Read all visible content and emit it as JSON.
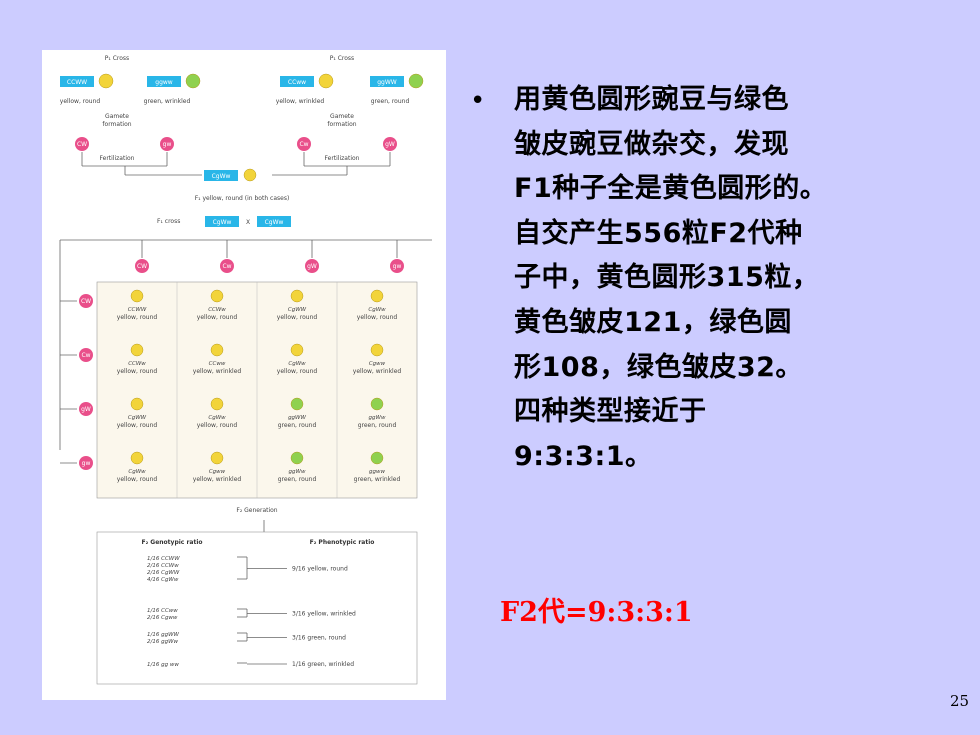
{
  "figure": {
    "p_cross_left": "P₁ Cross",
    "p_cross_right": "P₁ Cross",
    "parents": [
      {
        "geno": "CCWW",
        "label": "yellow, round"
      },
      {
        "geno": "ggww",
        "label": "green, wrinkled"
      },
      {
        "geno": "CCww",
        "label": "yellow, wrinkled"
      },
      {
        "geno": "ggWW",
        "label": "green, round"
      }
    ],
    "gamete_formation": "Gamete formation",
    "gametes": [
      "CW",
      "gw",
      "Cw",
      "gW"
    ],
    "fertilization": "Fertilization",
    "f1_geno": "CgWw",
    "f1_label": "F₁ yellow, round (in both cases)",
    "f1_cross_label": "F₁ cross",
    "f1_cross_geno1": "CgWw",
    "f1_cross_x": "X",
    "f1_cross_geno2": "CgWw",
    "top_gametes": [
      "CW",
      "Cw",
      "gW",
      "gw"
    ],
    "side_gametes": [
      "CW",
      "Cw",
      "gW",
      "gw"
    ],
    "punnett": [
      [
        {
          "g": "CCWW",
          "p": "yellow, round"
        },
        {
          "g": "CCWw",
          "p": "yellow, round"
        },
        {
          "g": "CgWW",
          "p": "yellow, round"
        },
        {
          "g": "CgWw",
          "p": "yellow, round"
        }
      ],
      [
        {
          "g": "CCWw",
          "p": "yellow, round"
        },
        {
          "g": "CCww",
          "p": "yellow, wrinkled"
        },
        {
          "g": "CgWw",
          "p": "yellow, round"
        },
        {
          "g": "Cgww",
          "p": "yellow, wrinkled"
        }
      ],
      [
        {
          "g": "CgWW",
          "p": "yellow, round"
        },
        {
          "g": "CgWw",
          "p": "yellow, round"
        },
        {
          "g": "ggWW",
          "p": "green, round"
        },
        {
          "g": "ggWw",
          "p": "green, round"
        }
      ],
      [
        {
          "g": "CgWw",
          "p": "yellow, round"
        },
        {
          "g": "Cgww",
          "p": "yellow, wrinkled"
        },
        {
          "g": "ggWw",
          "p": "green, round"
        },
        {
          "g": "ggww",
          "p": "green, wrinkled"
        }
      ]
    ],
    "f2_generation": "F₂ Generation",
    "geno_ratio_title": "F₂ Genotypic ratio",
    "pheno_ratio_title": "F₂ Phenotypic ratio",
    "geno_groups": [
      [
        "1/16 CCWW",
        "2/16 CCWw",
        "2/16 CgWW",
        "4/16 CgWw"
      ],
      [
        "1/16 CCww",
        "2/16 Cgww"
      ],
      [
        "1/16 ggWW",
        "2/16 ggWw"
      ],
      [
        "1/16 gg ww"
      ]
    ],
    "pheno_labels": [
      "9/16 yellow, round",
      "3/16 yellow, wrinkled",
      "3/16 green, round",
      "1/16 green, wrinkled"
    ]
  },
  "text": {
    "lines": [
      "用黄色圆形豌豆与绿色",
      "皱皮豌豆做杂交，发现",
      "F1种子全是黄色圆形的。",
      "自交产生556粒F2代种",
      "子中，黄色圆形315粒，",
      "黄色皱皮121，绿色圆",
      "形108，绿色皱皮32。",
      "四种类型接近于",
      "9:3:3:1。"
    ],
    "f2_ratio": "F2代=9:3:3:1"
  },
  "page_number": "25",
  "colors": {
    "background": "#ccccff",
    "geno_box": "#29b6e8",
    "gamete_circle": "#e94f8a",
    "yellow_pea": "#f2d43a",
    "green_pea": "#8fd14f",
    "f2_ratio_text": "#ff0000"
  }
}
